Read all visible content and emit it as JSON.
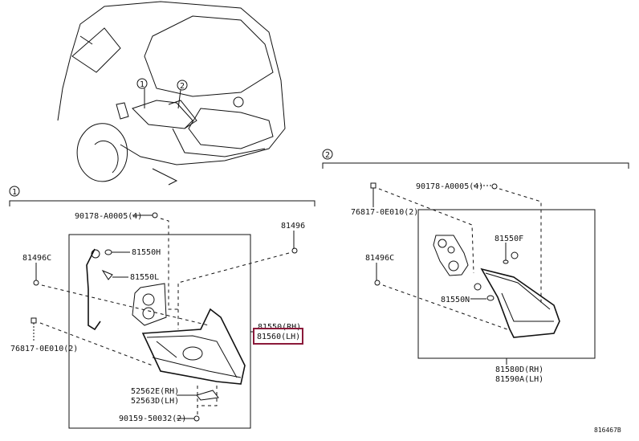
{
  "callouts": {
    "one": "1",
    "two": "2"
  },
  "left": {
    "screw": "90178-A0005(4)",
    "clip_right": "81496",
    "clip_left": "81496C",
    "bulb_h": "81550H",
    "bulb_l": "81550L",
    "lamp_rh": "81550(RH)",
    "lamp_lh": "81560(LH)",
    "retainer": "76817-0E010(2)",
    "bracket_rh": "52562E(RH)",
    "bracket_lh": "52563D(LH)",
    "bolt": "90159-50032(2)"
  },
  "right": {
    "screw": "90178-A0005(4)",
    "retainer": "76817-0E010(2)",
    "bulb_f": "81550F",
    "clip": "81496C",
    "bulb_n": "81550N",
    "lamp_rh": "81580D(RH)",
    "lamp_lh": "81590A(LH)"
  },
  "diagram_code": "816467B",
  "highlight_color": "#8b1a3a"
}
